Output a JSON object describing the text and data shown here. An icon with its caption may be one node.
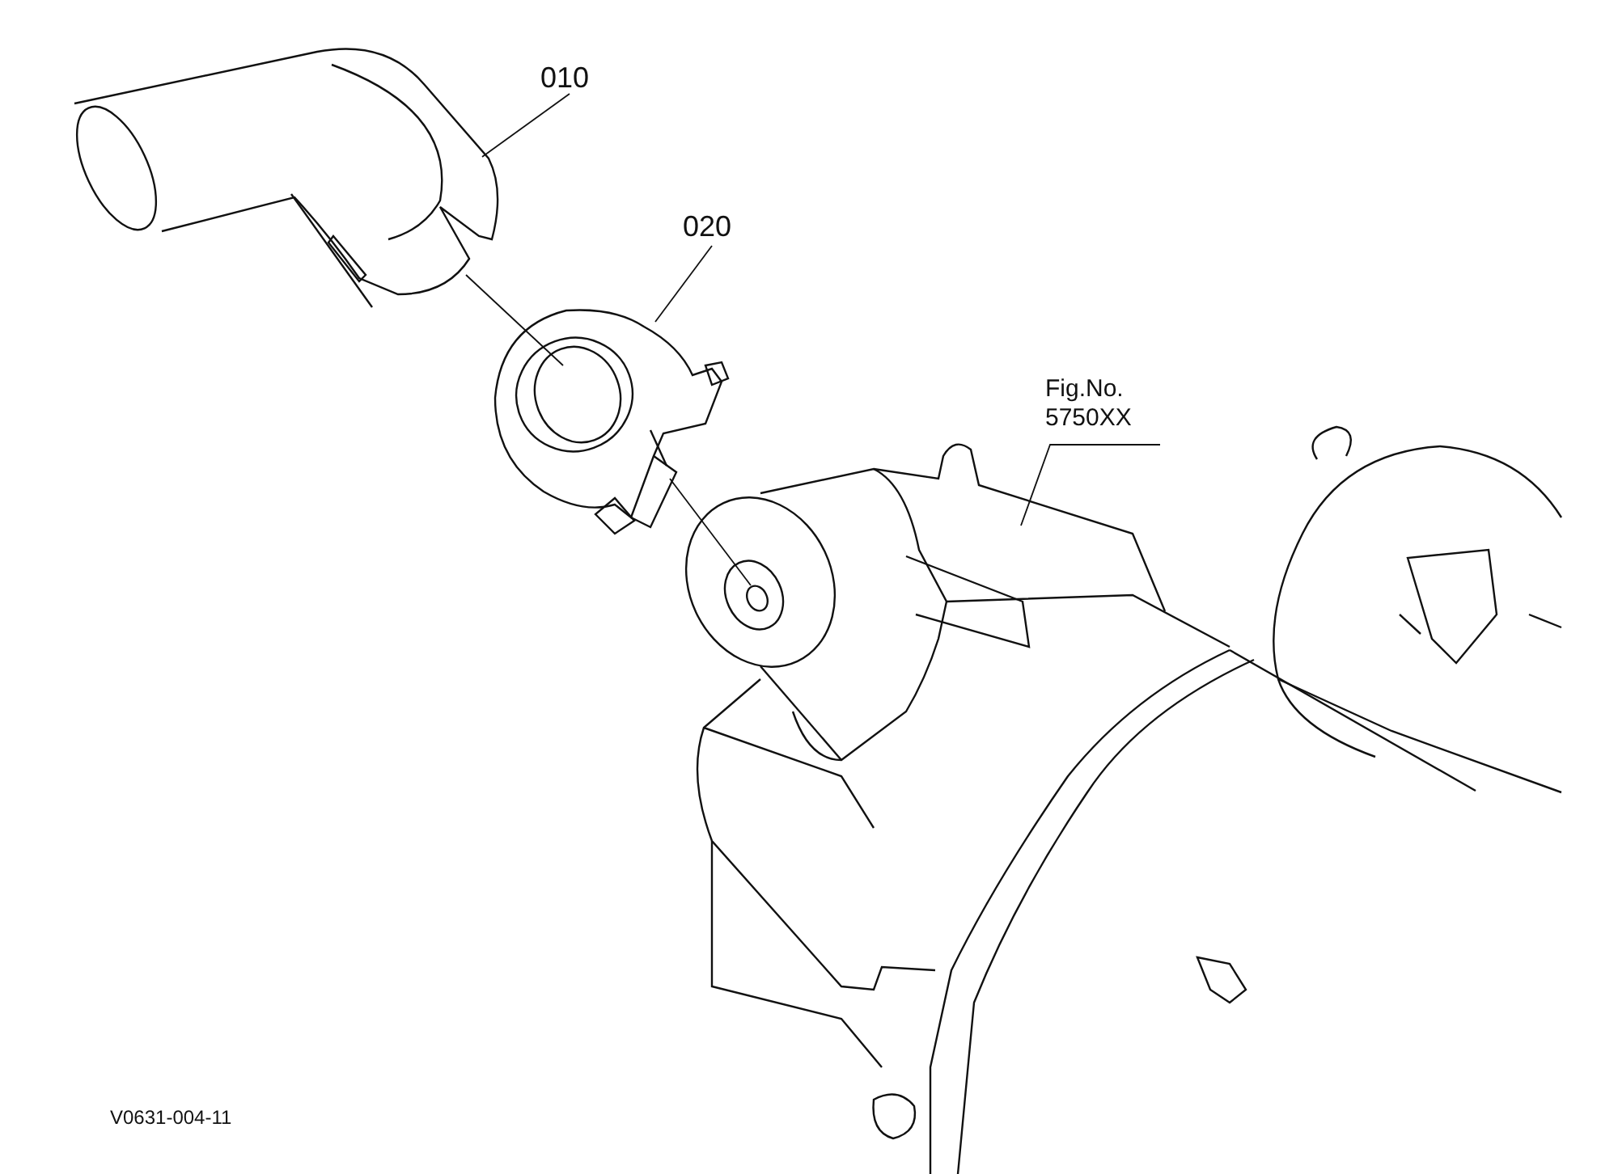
{
  "diagram": {
    "nodes": [
      {
        "text": [
          "010"
        ]
      },
      {
        "text": [],
        "shape": "picture"
      },
      {
        "text": [
          "020"
        ]
      },
      {
        "text": [],
        "shape": "picture"
      },
      {
        "text": [
          "Fig.No. 5750XX"
        ]
      },
      {
        "text": [],
        "shape": "picture"
      }
    ],
    "edges": [
      {
        "from": 0,
        "to": 1,
        "arrow": "none"
      },
      {
        "from": 2,
        "to": 3,
        "arrow": "none"
      },
      {
        "from": 4,
        "to": 5,
        "arrow": "none"
      },
      {
        "from": 1,
        "to": 3,
        "arrow": "none"
      },
      {
        "from": 3,
        "to": 5,
        "arrow": "none"
      }
    ],
    "labels": [
      "V0631-004-11"
    ]
  }
}
